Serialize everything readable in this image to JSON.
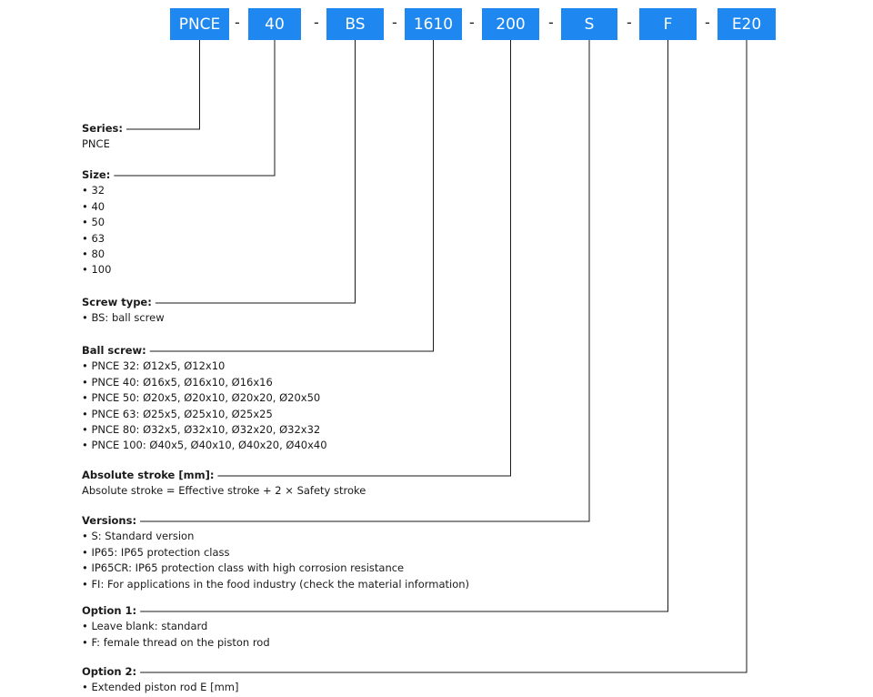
{
  "code": {
    "segments": [
      "PNCE",
      "40",
      "BS",
      "1610",
      "200",
      "S",
      "F",
      "E20"
    ],
    "separator": "-",
    "box_color": "#1e88f0"
  },
  "sections": [
    {
      "heading": "Series:",
      "lines": [
        "PNCE"
      ]
    },
    {
      "heading": "Size:",
      "lines": [
        "• 32",
        "• 40",
        "• 50",
        "• 63",
        "• 80",
        "• 100"
      ]
    },
    {
      "heading": "Screw type:",
      "lines": [
        "• BS: ball screw"
      ]
    },
    {
      "heading": "Ball screw:",
      "lines": [
        "• PNCE 32: Ø12x5, Ø12x10",
        "• PNCE 40: Ø16x5, Ø16x10, Ø16x16",
        "• PNCE 50: Ø20x5, Ø20x10, Ø20x20,  Ø20x50",
        "• PNCE 63: Ø25x5, Ø25x10, Ø25x25",
        "• PNCE 80: Ø32x5, Ø32x10, Ø32x20, Ø32x32",
        "• PNCE 100: Ø40x5, Ø40x10, Ø40x20, Ø40x40"
      ]
    },
    {
      "heading": "Absolute stroke [mm]:",
      "lines": [
        "Absolute stroke = Effective stroke + 2 × Safety stroke"
      ]
    },
    {
      "heading": "Versions:",
      "lines": [
        "• S: Standard version",
        "• IP65: IP65 protection class",
        "• IP65CR: IP65 protection class with high corrosion resistance",
        "• FI: For applications in the food industry (check the material information)"
      ]
    },
    {
      "heading": "Option 1:",
      "lines": [
        "• Leave blank: standard",
        "• F: female thread on the piston rod"
      ]
    },
    {
      "heading": "Option 2:",
      "lines": [
        "• Extended piston rod E [mm]"
      ]
    }
  ]
}
